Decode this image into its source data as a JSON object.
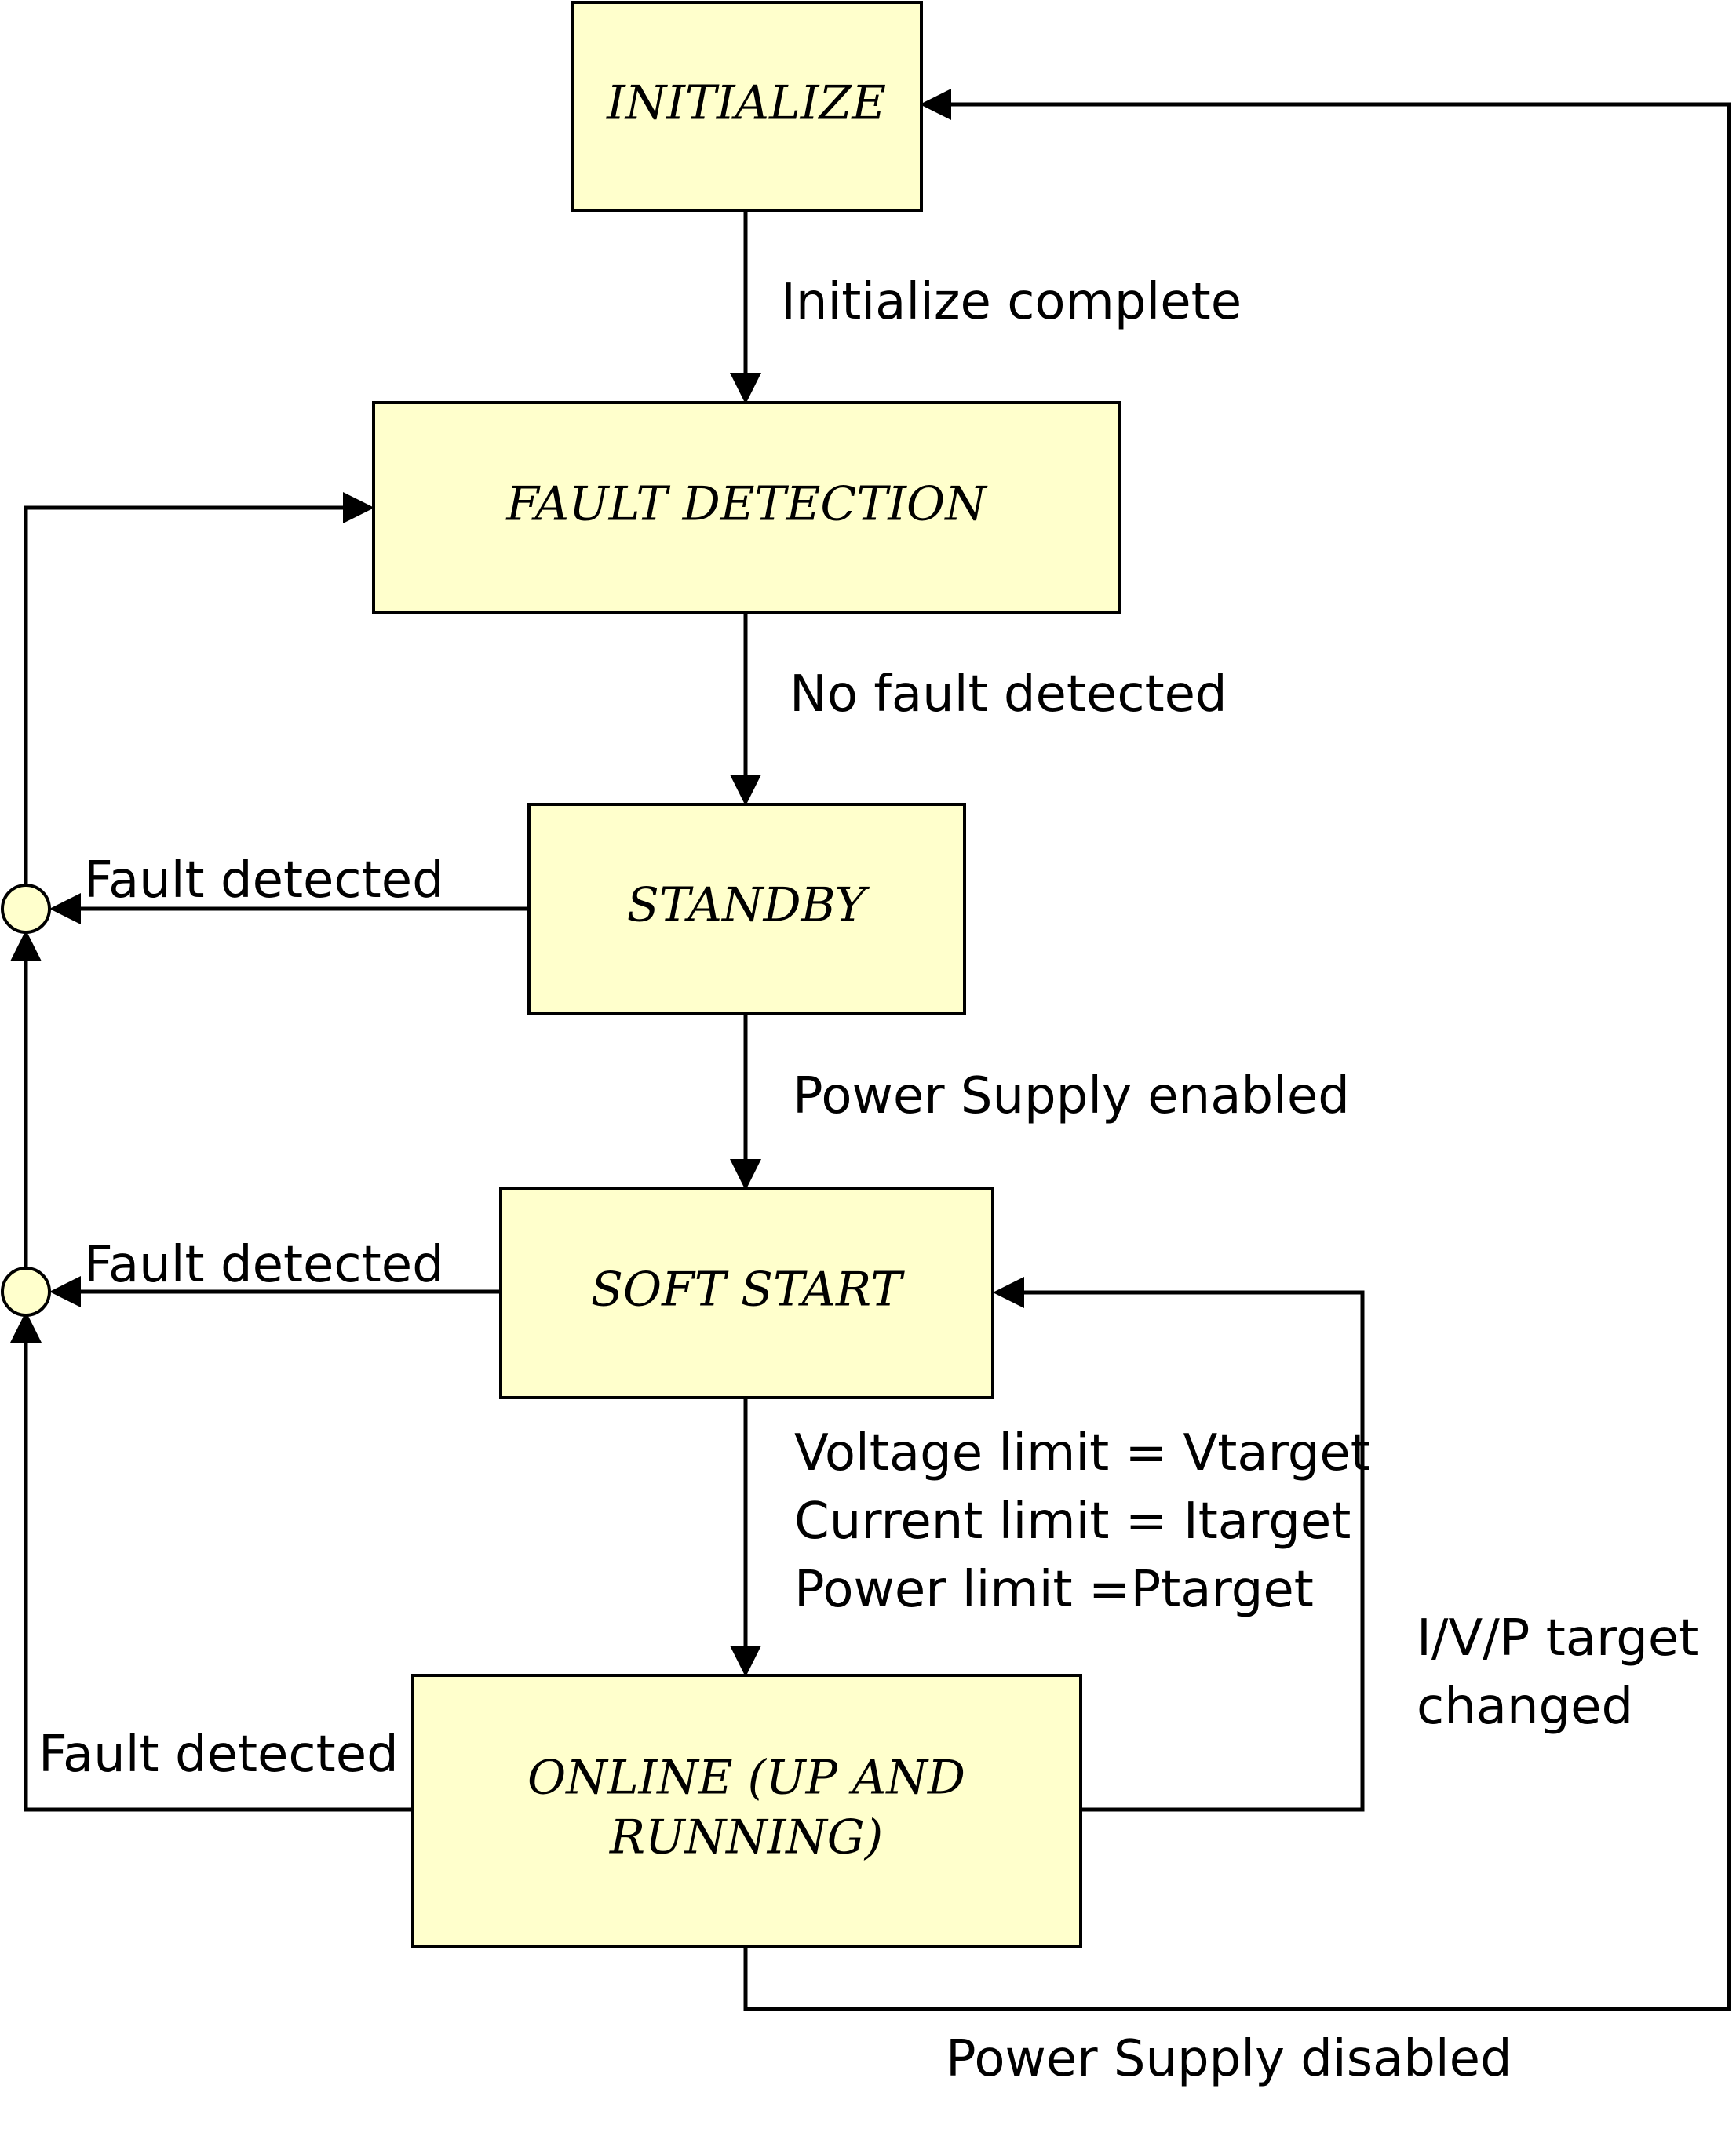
{
  "states": {
    "initialize": "INITIALIZE",
    "fault_detection": "FAULT DETECTION",
    "standby": "STANDBY",
    "soft_start": "SOFT START",
    "online_line1": "ONLINE (UP AND",
    "online_line2": "RUNNING)"
  },
  "transitions": {
    "initialize_complete": "Initialize complete",
    "no_fault_detected": "No fault detected",
    "power_supply_enabled": "Power Supply enabled",
    "voltage_limit": "Voltage limit = Vtarget",
    "current_limit": "Current limit = Itarget",
    "power_limit": "Power limit =Ptarget",
    "fault_detected_standby": "Fault detected",
    "fault_detected_soft_start": "Fault detected",
    "fault_detected_online": "Fault detected",
    "target_changed_line1": "I/V/P target",
    "target_changed_line2": "changed",
    "power_supply_disabled": "Power Supply disabled"
  },
  "colors": {
    "state_fill": "#ffffcc",
    "line": "#000000"
  }
}
